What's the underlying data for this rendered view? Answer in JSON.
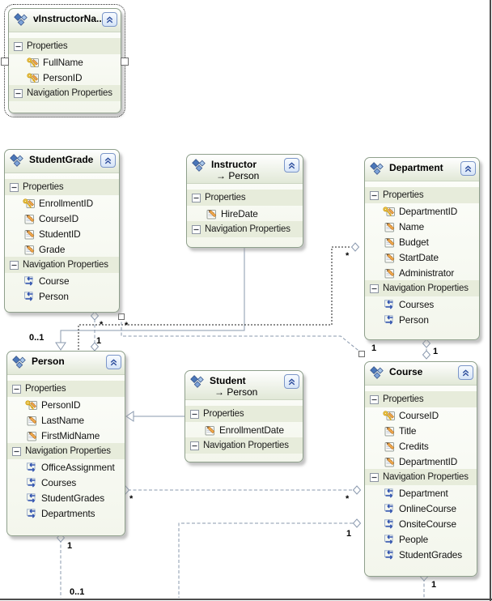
{
  "colors": {
    "canvas_background": "#ffffff",
    "entity_border": "#8fa08c",
    "section_background": "#e7ecdb",
    "connector": "#8a99ae",
    "selected_connector": "#1c1c1c",
    "collapse_button_border": "#7b96c9",
    "key_gold": "#e5b226",
    "nav_arrow_blue": "#3355b0",
    "window_border": "#4c4c4c"
  },
  "icons": {
    "entity": "entity-icon",
    "key": "key-property-icon",
    "scalar": "scalar-property-icon",
    "nav": "navigation-property-icon",
    "collapse": "collapse-chevron-icon",
    "section_toggle": "minus-box-icon"
  },
  "entities": [
    {
      "id": "vInstructorNames",
      "title": "vInstructorNa...",
      "subtitle": "",
      "selected": true,
      "sections": [
        {
          "label": "Properties",
          "items": [
            {
              "name": "FullName",
              "icon": "key"
            },
            {
              "name": "PersonID",
              "icon": "key"
            }
          ]
        },
        {
          "label": "Navigation Properties",
          "items": []
        }
      ]
    },
    {
      "id": "StudentGrade",
      "title": "StudentGrade",
      "subtitle": "",
      "selected": false,
      "sections": [
        {
          "label": "Properties",
          "items": [
            {
              "name": "EnrollmentID",
              "icon": "key"
            },
            {
              "name": "CourseID",
              "icon": "scalar"
            },
            {
              "name": "StudentID",
              "icon": "scalar"
            },
            {
              "name": "Grade",
              "icon": "scalar"
            }
          ]
        },
        {
          "label": "Navigation Properties",
          "items": [
            {
              "name": "Course",
              "icon": "nav"
            },
            {
              "name": "Person",
              "icon": "nav"
            }
          ]
        }
      ]
    },
    {
      "id": "Instructor",
      "title": "Instructor",
      "subtitle": "→ Person",
      "selected": false,
      "sections": [
        {
          "label": "Properties",
          "items": [
            {
              "name": "HireDate",
              "icon": "scalar"
            }
          ]
        },
        {
          "label": "Navigation Properties",
          "items": []
        }
      ]
    },
    {
      "id": "Department",
      "title": "Department",
      "subtitle": "",
      "selected": false,
      "sections": [
        {
          "label": "Properties",
          "items": [
            {
              "name": "DepartmentID",
              "icon": "key"
            },
            {
              "name": "Name",
              "icon": "scalar"
            },
            {
              "name": "Budget",
              "icon": "scalar"
            },
            {
              "name": "StartDate",
              "icon": "scalar"
            },
            {
              "name": "Administrator",
              "icon": "scalar"
            }
          ]
        },
        {
          "label": "Navigation Properties",
          "items": [
            {
              "name": "Courses",
              "icon": "nav"
            },
            {
              "name": "Person",
              "icon": "nav"
            }
          ]
        }
      ]
    },
    {
      "id": "Person",
      "title": "Person",
      "subtitle": "",
      "selected": false,
      "sections": [
        {
          "label": "Properties",
          "items": [
            {
              "name": "PersonID",
              "icon": "key"
            },
            {
              "name": "LastName",
              "icon": "scalar"
            },
            {
              "name": "FirstMidName",
              "icon": "scalar"
            }
          ]
        },
        {
          "label": "Navigation Properties",
          "items": [
            {
              "name": "OfficeAssignment",
              "icon": "nav"
            },
            {
              "name": "Courses",
              "icon": "nav"
            },
            {
              "name": "StudentGrades",
              "icon": "nav"
            },
            {
              "name": "Departments",
              "icon": "nav"
            }
          ]
        }
      ]
    },
    {
      "id": "Student",
      "title": "Student",
      "subtitle": "→ Person",
      "selected": false,
      "sections": [
        {
          "label": "Properties",
          "items": [
            {
              "name": "EnrollmentDate",
              "icon": "scalar"
            }
          ]
        },
        {
          "label": "Navigation Properties",
          "items": []
        }
      ]
    },
    {
      "id": "Course",
      "title": "Course",
      "subtitle": "",
      "selected": false,
      "sections": [
        {
          "label": "Properties",
          "items": [
            {
              "name": "CourseID",
              "icon": "key"
            },
            {
              "name": "Title",
              "icon": "scalar"
            },
            {
              "name": "Credits",
              "icon": "scalar"
            },
            {
              "name": "DepartmentID",
              "icon": "scalar"
            }
          ]
        },
        {
          "label": "Navigation Properties",
          "items": [
            {
              "name": "Department",
              "icon": "nav"
            },
            {
              "name": "OnlineCourse",
              "icon": "nav"
            },
            {
              "name": "OnsiteCourse",
              "icon": "nav"
            },
            {
              "name": "People",
              "icon": "nav"
            },
            {
              "name": "StudentGrades",
              "icon": "nav"
            }
          ]
        }
      ]
    }
  ],
  "connectors": [
    {
      "id": "inherit-instructor-person",
      "kind": "inheritance",
      "from": "Instructor",
      "to": "Person",
      "labels": []
    },
    {
      "id": "inherit-student-person",
      "kind": "inheritance",
      "from": "Student",
      "to": "Person",
      "labels": []
    },
    {
      "id": "assoc-studentgrade-person",
      "kind": "association",
      "from": "StudentGrade",
      "to": "Person",
      "labels": [
        "*",
        "1"
      ]
    },
    {
      "id": "assoc-person-department",
      "kind": "association",
      "from": "Person",
      "to": "Department",
      "selected": true,
      "labels": [
        "0..1",
        "*"
      ]
    },
    {
      "id": "assoc-studentgrade-course",
      "kind": "association",
      "from": "StudentGrade",
      "to": "Course",
      "labels": [
        "*",
        "1"
      ]
    },
    {
      "id": "assoc-person-course",
      "kind": "association",
      "from": "Person",
      "to": "Course",
      "labels": [
        "*",
        "*"
      ]
    },
    {
      "id": "assoc-department-course",
      "kind": "association",
      "from": "Department",
      "to": "Course",
      "labels": [
        "1"
      ]
    },
    {
      "id": "assoc-person-bottom",
      "kind": "association",
      "from": "Person",
      "labels": [
        "1",
        "0..1"
      ]
    },
    {
      "id": "assoc-course-left-bottom",
      "kind": "association",
      "from": "Course",
      "labels": [
        "1"
      ]
    },
    {
      "id": "assoc-course-bottom",
      "kind": "association",
      "from": "Course",
      "labels": [
        "1"
      ]
    }
  ]
}
